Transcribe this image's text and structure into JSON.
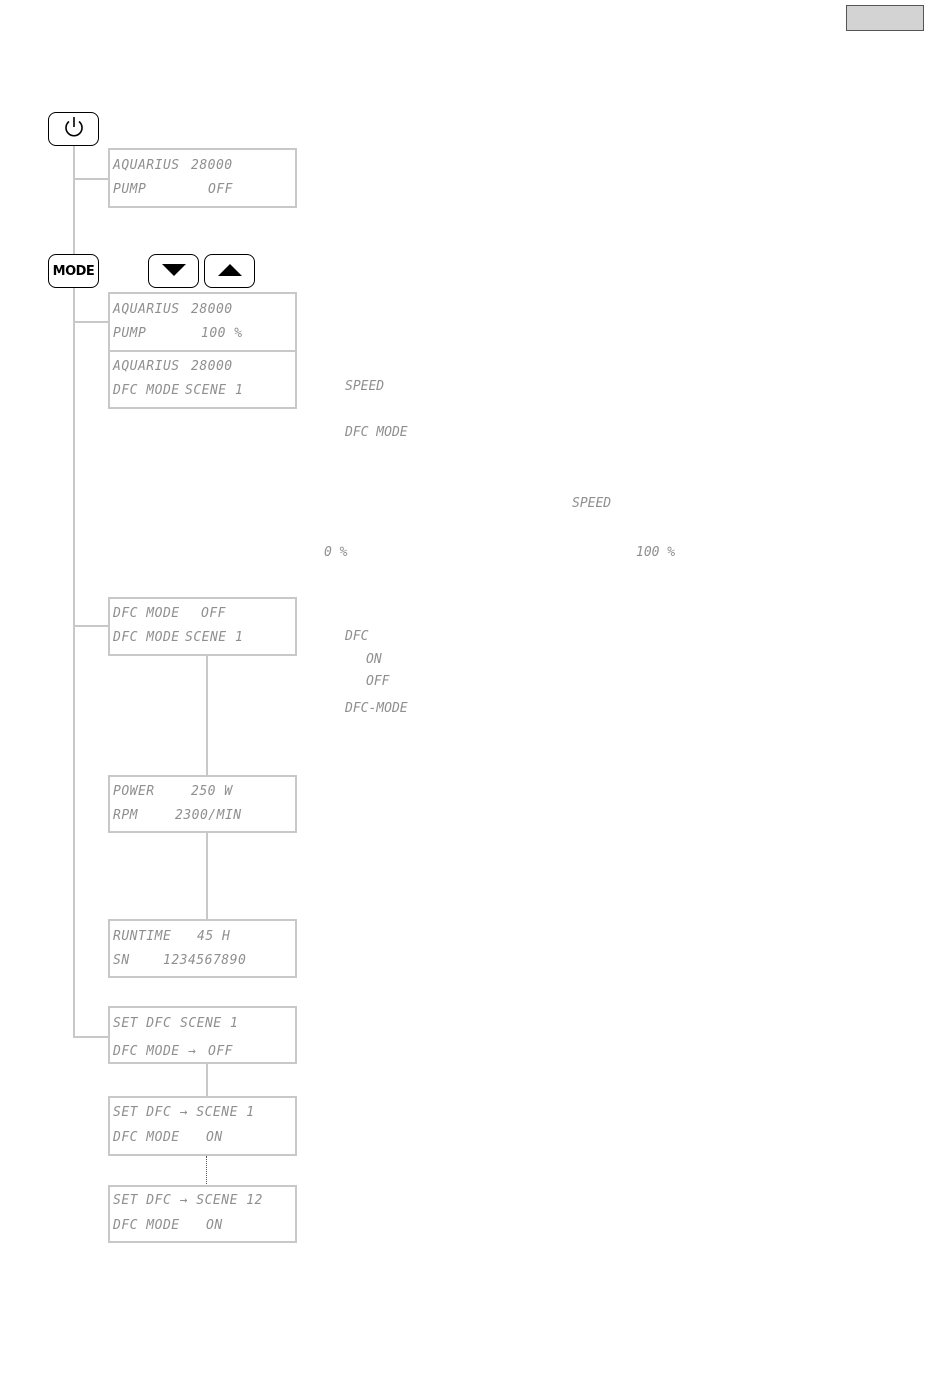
{
  "buttons": {
    "mode_label": "MODE"
  },
  "displays": [
    {
      "line1_left": "AQUARIUS",
      "line1_right": "28000",
      "line2_left": "PUMP",
      "line2_right": "OFF"
    },
    {
      "line1_left": "AQUARIUS",
      "line1_right": "28000",
      "line2_left": "PUMP",
      "line2_right": "100 %"
    },
    {
      "line1_left": "AQUARIUS",
      "line1_right": "28000",
      "line2_left": "DFC MODE",
      "line2_right": "SCENE 1"
    },
    {
      "line1_left": "DFC MODE",
      "line1_right": "OFF",
      "line2_left": "DFC MODE",
      "line2_right": "SCENE 1"
    },
    {
      "line1_left": "POWER",
      "line1_right": "250 W",
      "line2_left": "RPM",
      "line2_right": "2300/MIN"
    },
    {
      "line1_left": "RUNTIME",
      "line1_right": "45 H",
      "line2_left": "SN",
      "line2_right": "1234567890"
    },
    {
      "line1_left": "SET DFC",
      "line1_right": "SCENE 1",
      "line2_left": "DFC MODE →",
      "line2_right": "OFF"
    },
    {
      "line1_left": "SET DFC → SCENE 1",
      "line1_right": "",
      "line2_left": "DFC MODE",
      "line2_right": "ON"
    },
    {
      "line1_left": "SET DFC → SCENE 12",
      "line1_right": "",
      "line2_left": "DFC MODE",
      "line2_right": "ON"
    }
  ],
  "notes": {
    "speed": "SPEED",
    "dfc_mode": "DFC MODE",
    "speed_center": "SPEED",
    "range_min": "0 %",
    "range_max": "100 %",
    "dfc": "DFC",
    "on": "ON",
    "off": "OFF",
    "dfc_mode_dash": "DFC-MODE"
  },
  "icons": [
    "power-icon",
    "arrow-down-icon",
    "arrow-up-icon"
  ]
}
